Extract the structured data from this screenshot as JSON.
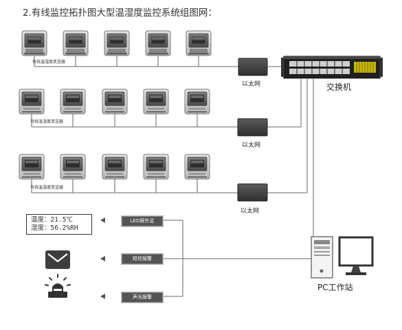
{
  "title": "2.有线监控拓扑图大型温湿度监控系统组图网：",
  "transmitter_label": "有线温湿度变送器",
  "ethernet_label": "以太网",
  "switch_label": "交换机",
  "pc_label": "PC工作站",
  "lcd": {
    "line1": "温度：21.5℃",
    "line2": "湿度：56.2%RH"
  },
  "alarms": {
    "led": "LED屏外显",
    "sms": "短信报警",
    "sound": "声光报警"
  },
  "icons": [
    "transmitter-icon",
    "ethernet-converter-icon",
    "switch-icon",
    "computer-icon",
    "envelope-icon",
    "alarm-light-icon",
    "arrow-left-icon"
  ]
}
